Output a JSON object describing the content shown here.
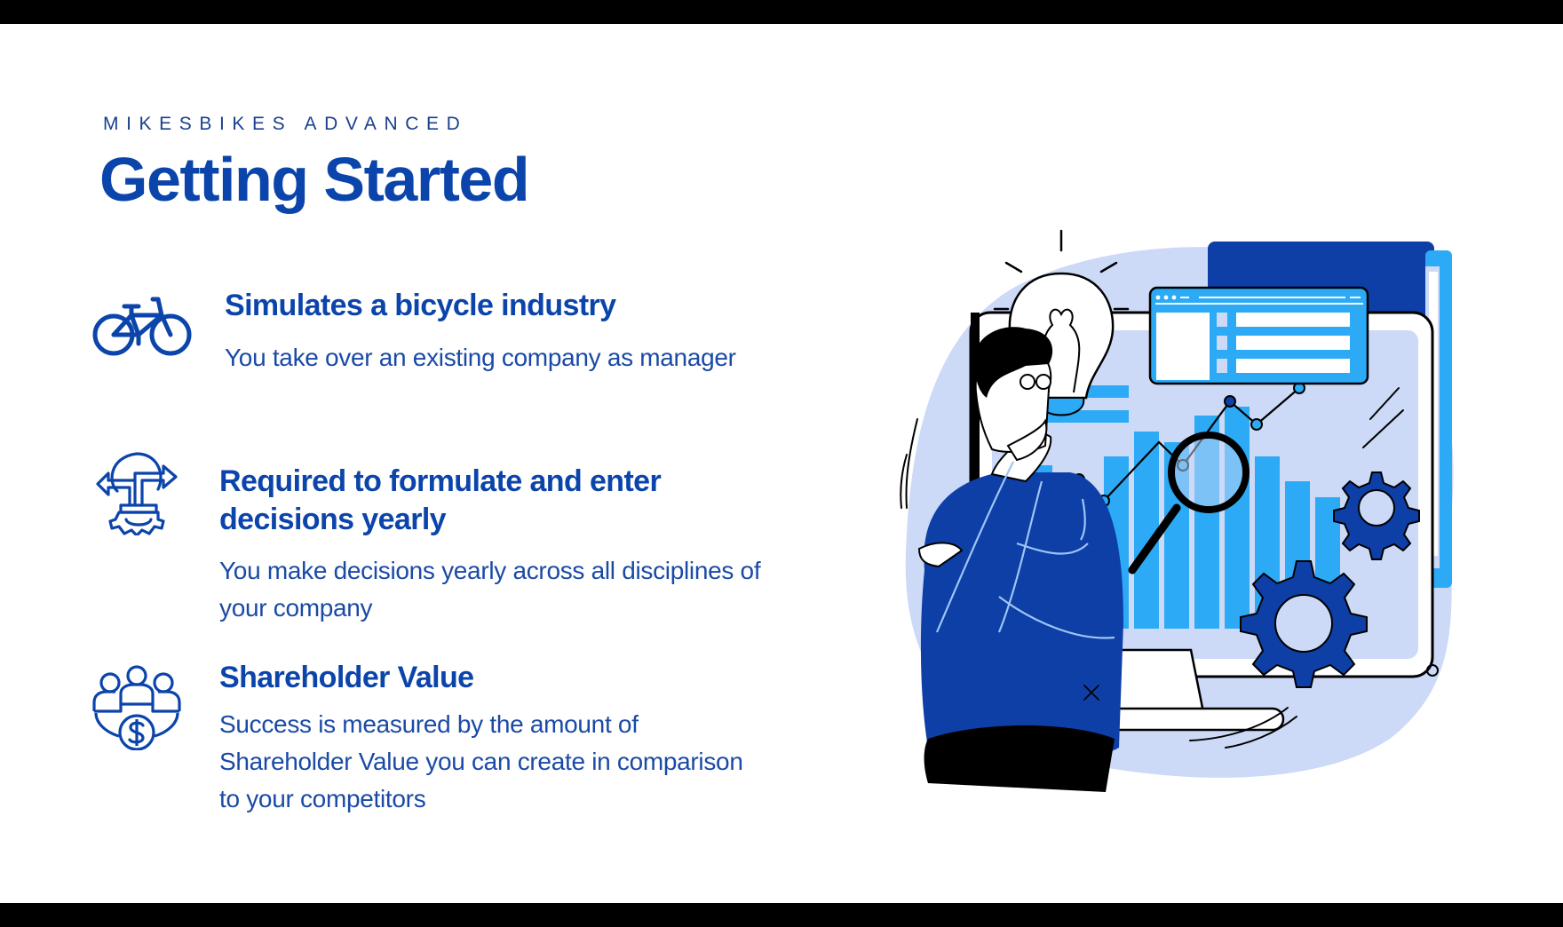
{
  "slide": {
    "eyebrow": "MIKESBIKES ADVANCED",
    "title": "Getting Started",
    "items": [
      {
        "icon": "bicycle-icon",
        "title": "Simulates a bicycle industry",
        "description_lines": [
          "You take over an existing company as manager"
        ]
      },
      {
        "icon": "decision-lightbulb-gear-icon",
        "title_lines": [
          "Required to formulate and enter",
          "decisions yearly"
        ],
        "description_lines": [
          "You make decisions yearly across all disciplines of",
          "your company"
        ]
      },
      {
        "icon": "shareholders-dollar-icon",
        "title": "Shareholder Value",
        "description_lines": [
          "Success is measured by the amount of",
          "Shareholder Value you can create in comparison",
          "to your competitors"
        ]
      }
    ],
    "illustration": {
      "icon": "person-analyzing-dashboard-illustration",
      "elements": [
        "lightbulb-icon",
        "browser-window-icon",
        "bar-chart",
        "line-chart",
        "magnifier-icon",
        "gear-icon",
        "person"
      ]
    }
  },
  "colors": {
    "heading": "#0B44AA",
    "body_text": "#1A4AA6",
    "eyebrow": "#1A3F8F",
    "navy": "#0D3FA6",
    "accent_blue": "#2CAAF5",
    "lavender": "#CCD9F7",
    "letterbox": "#000000",
    "background": "#FFFFFF"
  }
}
